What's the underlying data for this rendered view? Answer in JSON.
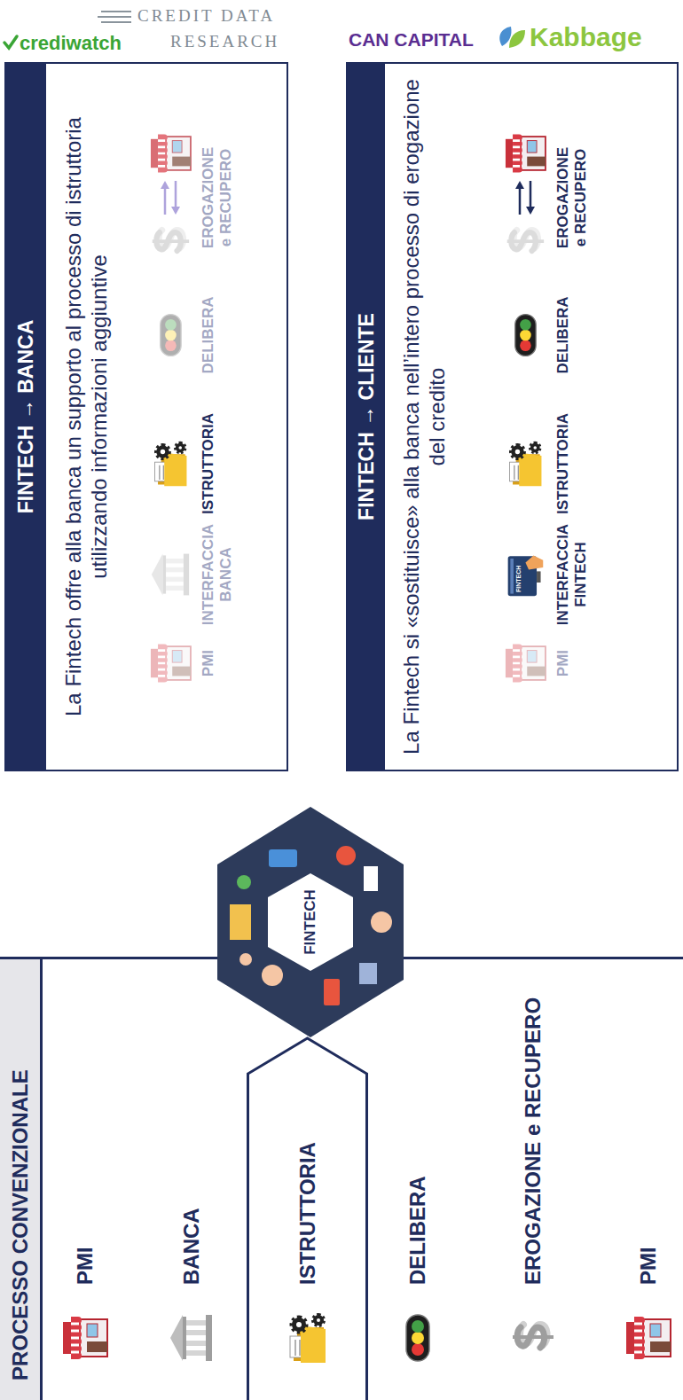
{
  "diagram": {
    "nodes": [
      {
        "text": [
          "PROCESSO CONVENZIONALE"
        ]
      },
      {
        "text": [
          "PMI"
        ],
        "in": 0
      },
      {
        "text": [
          "BANCA"
        ],
        "in": 0
      },
      {
        "text": [
          "ISTRUTTORIA"
        ],
        "in": 0
      },
      {
        "text": [
          "DELIBERA"
        ],
        "in": 0
      },
      {
        "text": [
          "EROGAZIONE e RECUPERO"
        ],
        "in": 0
      },
      {
        "text": [
          "PMI"
        ],
        "in": 0
      },
      {
        "text": [
          "FINTECH"
        ]
      },
      {
        "text": [
          "FINTECH → BANCA",
          "La Fintech offre alla banca un supporto al processo di istruttoria utilizzando informazioni aggiuntive"
        ]
      },
      {
        "text": [
          "PMI"
        ],
        "in": 8
      },
      {
        "text": [
          "INTERFACCIA BANCA"
        ],
        "in": 8
      },
      {
        "text": [
          "ISTRUTTORIA"
        ],
        "in": 8
      },
      {
        "text": [
          "DELIBERA"
        ],
        "in": 8
      },
      {
        "text": [
          "EROGAZIONE e RECUPERO"
        ],
        "in": 8
      },
      {
        "text": [
          "FINTECH → CLIENTE",
          "La Fintech si «sostituisce» alla banca nell’intero processo di erogazione del credito"
        ]
      },
      {
        "text": [
          "PMI"
        ],
        "in": 14
      },
      {
        "text": [
          "INTERFACCIA FINTECH"
        ],
        "in": 14
      },
      {
        "text": [
          "ISTRUTTORIA"
        ],
        "in": 14
      },
      {
        "text": [
          "DELIBERA"
        ],
        "in": 14
      },
      {
        "text": [
          "EROGAZIONE e RECUPERO"
        ],
        "in": 14
      }
    ],
    "edges": [
      {
        "from": 1,
        "to": 2,
        "arrow": "to"
      },
      {
        "from": 2,
        "to": 3,
        "arrow": "to"
      },
      {
        "from": 3,
        "to": 4,
        "arrow": "to"
      },
      {
        "from": 4,
        "to": 5,
        "arrow": "to"
      },
      {
        "from": 5,
        "to": 6,
        "arrow": "both"
      },
      {
        "from": 7,
        "to": 8,
        "arrow": "to"
      },
      {
        "from": 7,
        "to": 14,
        "arrow": "to"
      },
      {
        "from": 9,
        "to": 10,
        "arrow": "to"
      },
      {
        "from": 10,
        "to": 11,
        "arrow": "to"
      },
      {
        "from": 11,
        "to": 12,
        "arrow": "to"
      },
      {
        "from": 12,
        "to": 13,
        "arrow": "to"
      },
      {
        "from": 15,
        "to": 16,
        "arrow": "to"
      },
      {
        "from": 16,
        "to": 17,
        "arrow": "to"
      },
      {
        "from": 17,
        "to": 18,
        "arrow": "to"
      },
      {
        "from": 18,
        "to": 19,
        "arrow": "to"
      }
    ],
    "labels": [
      "CREDIT DATA",
      "RESEARCH",
      "crediwatch",
      "CAN CAPITAL",
      "Kabbage",
      "FINTECH"
    ]
  }
}
